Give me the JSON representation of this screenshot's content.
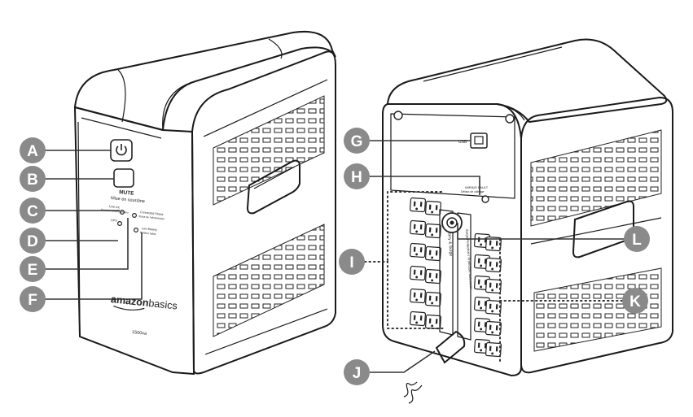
{
  "callouts": {
    "A": "A",
    "B": "B",
    "C": "C",
    "D": "D",
    "E": "E",
    "F": "F",
    "G": "G",
    "H": "H",
    "I": "I",
    "J": "J",
    "K": "K",
    "L": "L"
  },
  "front": {
    "mute_label": "MUTE",
    "mute_label_fr": "Mise en sourdine",
    "led_left_1": "Line Int.",
    "led_left_2": "Fonctionnement secteur",
    "led_left_3": "UPS",
    "led_right_1": "Connected Status",
    "led_right_2": "Statut de l'alimentation",
    "led_right_3": "Low Battery",
    "led_right_4": "Batterie faible",
    "brand_bold": "amazon",
    "brand_light": "basics",
    "model": "1500va"
  },
  "back": {
    "usb_label": "USB",
    "wiring_fault": "WIRING FAULT",
    "wiring_fault_fr": "Défaut de câblage",
    "strip_left": "Battery & Surge",
    "strip_right": "Surge Protection / Protection surtension"
  },
  "icons": {
    "power": "power-icon",
    "usb": "usb-port-icon",
    "breaker": "circuit-breaker-icon"
  }
}
